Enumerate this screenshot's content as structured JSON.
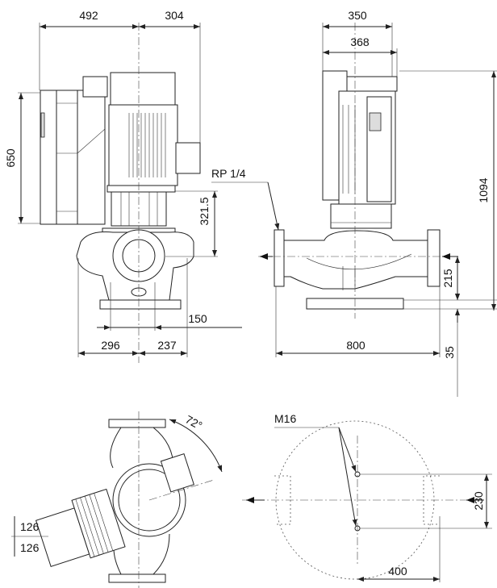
{
  "front_view": {
    "width_left": "492",
    "width_right": "304",
    "height_inverter": "650",
    "height_shaft": "321.5",
    "offset": "150",
    "base_left": "296",
    "base_right": "237"
  },
  "side_view": {
    "connection": "RP 1/4",
    "width_top": "350",
    "width_motor": "368",
    "total_height": "1094",
    "flange_height": "215",
    "base_height": "35",
    "port_to_port": "800"
  },
  "top_view": {
    "angle": "72°",
    "motor_offset_1": "126",
    "motor_offset_2": "126"
  },
  "foundation_view": {
    "bolt": "M16",
    "bolt_spacing": "230",
    "bolt_offset": "400"
  }
}
